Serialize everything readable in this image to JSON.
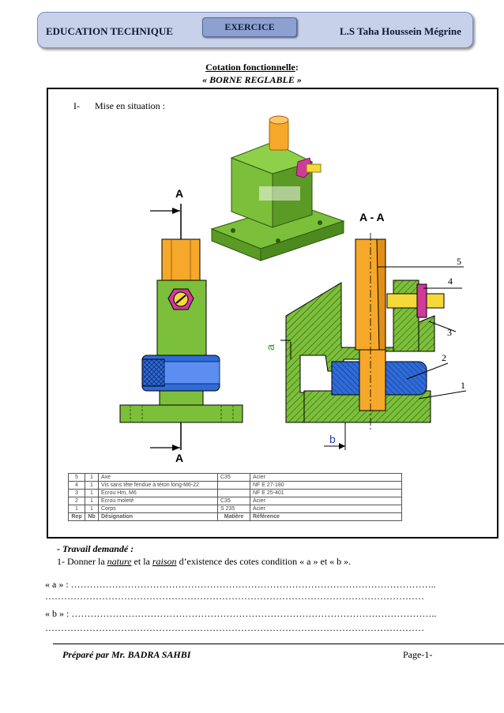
{
  "header": {
    "left": "EDUCATION TECHNIQUE",
    "center": "EXERCICE",
    "right": "L.S Taha Houssein Mégrine"
  },
  "title": {
    "line1": "Cotation fonctionnelle",
    "line1_suffix": ":",
    "line2": "« BORNE REGLABLE »"
  },
  "section": {
    "number": "I-",
    "label": "Mise en situation :"
  },
  "drawing": {
    "section_label_left": "A",
    "section_label_bottom": "A",
    "section_view_label": "A - A",
    "cote_a": "a",
    "cote_b": "b",
    "markers": [
      "5",
      "4",
      "3",
      "2",
      "1"
    ],
    "colors": {
      "corps": "#7cbf3a",
      "axe": "#f5a82a",
      "ecrou_molete": "#2f6bd8",
      "vis": "#f5d83a",
      "ecrou_hm": "#d03a9a"
    }
  },
  "bom": {
    "rows": [
      {
        "rep": "5",
        "nb": "1",
        "designation": "Axe",
        "matiere": "C35",
        "reference": "Acier"
      },
      {
        "rep": "4",
        "nb": "1",
        "designation": "Vis sans tête fendue à téton long-M6-22",
        "matiere": "",
        "reference": "NF E 27-180"
      },
      {
        "rep": "3",
        "nb": "1",
        "designation": "Ecrou Hm, M6",
        "matiere": "",
        "reference": "NF E 25-401"
      },
      {
        "rep": "2",
        "nb": "1",
        "designation": "Ecrou moleté",
        "matiere": "C35",
        "reference": "Acier"
      },
      {
        "rep": "1",
        "nb": "1",
        "designation": "Corps",
        "matiere": "S 235",
        "reference": "Acier"
      }
    ],
    "headers": {
      "rep": "Rep",
      "nb": "Nb",
      "designation": "Désignation",
      "matiere": "Matière",
      "reference": "Référence"
    }
  },
  "work": {
    "heading": "- Travail demandé :",
    "q1_prefix": "1-  Donner la ",
    "q1_nature": "nature",
    "q1_mid": " et la ",
    "q1_raison": "raison",
    "q1_suffix": " d’existence des cotes condition « a » et « b ».",
    "a_label": "« a » : ",
    "b_label": "« b » : ",
    "dots": "……………………………………………………………………………………………………..",
    "dots_full": "…………………………………………………………………………………………………………"
  },
  "footer": {
    "left": "Préparé par Mr. BADRA SAHBI",
    "right": "Page-1-"
  }
}
